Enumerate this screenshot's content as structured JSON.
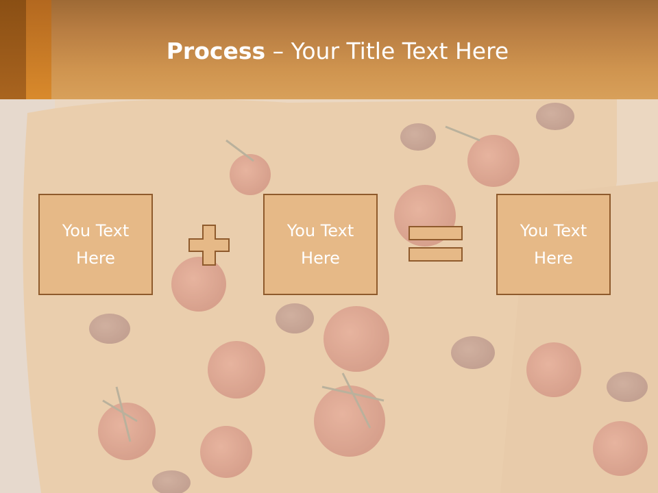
{
  "title": {
    "bold": "Process",
    "rest": " – Your Title Text Here"
  },
  "boxes": [
    {
      "text": "You Text Here"
    },
    {
      "text": "You Text Here"
    },
    {
      "text": "You Text Here"
    }
  ],
  "operators": [
    "plus",
    "equals"
  ],
  "colors": {
    "header": "#d29650",
    "accent_dark": "#9a5a1a",
    "accent_light": "#cc7a28",
    "box_fill": "#e6b987",
    "box_border": "#8e5a2c",
    "text": "#ffffff"
  }
}
